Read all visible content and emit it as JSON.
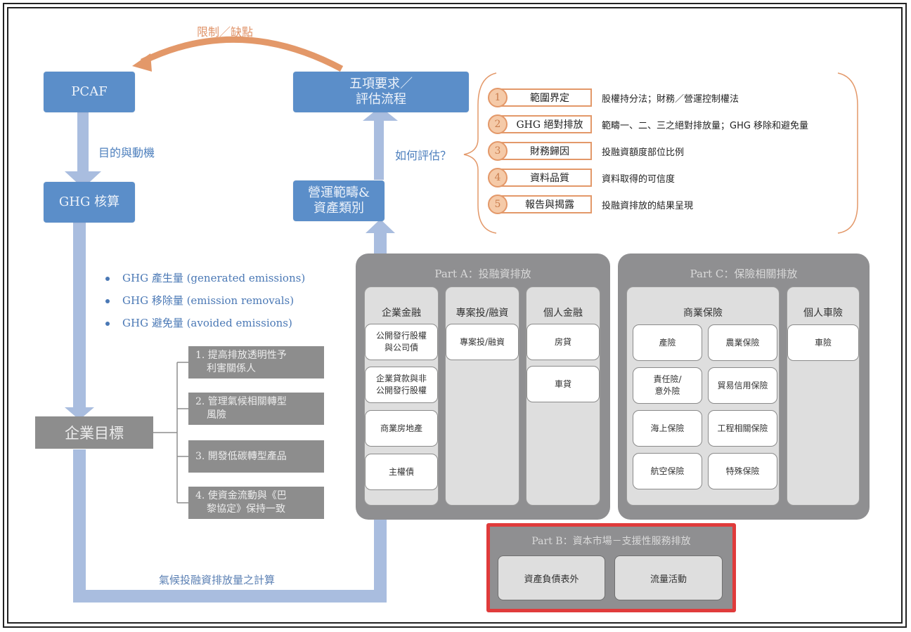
{
  "diagram": {
    "top_arc_label": "限制／缺點",
    "boxes": {
      "pcaf": "PCAF",
      "ghg_accounting": "GHG 核算",
      "five_requirements_line1": "五項要求／",
      "five_requirements_line2": "評估流程",
      "scope_assets_line1": "營運範疇&",
      "scope_assets_line2": "資產類別"
    },
    "arrow_labels": {
      "purpose": "目的與動機",
      "how_to_assess": "如何評估？",
      "calculation": "氣候投融資排放量之計算"
    },
    "steps": [
      {
        "num": "1",
        "title": "範圍界定",
        "desc": "股權持分法；財務／營運控制權法"
      },
      {
        "num": "2",
        "title": "GHG 絕對排放",
        "desc": "範疇一、二、三之絕對排放量；GHG 移除和避免量"
      },
      {
        "num": "3",
        "title": "財務歸因",
        "desc": "投融資額度部位比例"
      },
      {
        "num": "4",
        "title": "資料品質",
        "desc": "資料取得的可信度"
      },
      {
        "num": "5",
        "title": "報告與揭露",
        "desc": "投融資排放的結果呈現"
      }
    ],
    "ghg_bullets": [
      "GHG 產生量  (generated emissions)",
      "GHG 移除量  (emission removals)",
      "GHG 避免量  (avoided emissions)"
    ],
    "corporate_goals": {
      "title": "企業目標",
      "items": [
        {
          "line1": "1. 提高排放透明性予",
          "line2": "利害關係人"
        },
        {
          "line1": "2. 管理氣候相關轉型",
          "line2": "風險"
        },
        {
          "line1": "3. 開發低碳轉型產品",
          "line2": ""
        },
        {
          "line1": "4. 使資金流動與《巴",
          "line2": "黎協定》保持一致"
        }
      ]
    },
    "part_a": {
      "title": "Part A：投融資排放",
      "columns": [
        {
          "title": "企業金融",
          "cells": [
            "公開發行股權\n與公司債",
            "企業貸款與非\n公開發行股權",
            "商業房地產",
            "主權債"
          ]
        },
        {
          "title": "專案投/融資",
          "cells": [
            "專案投/融資"
          ]
        },
        {
          "title": "個人金融",
          "cells": [
            "房貸",
            "車貸"
          ]
        }
      ]
    },
    "part_c": {
      "title": "Part C：保險相關排放",
      "commercial": {
        "title": "商業保險",
        "cells": [
          "產險",
          "農業保險",
          "責任險/\n意外險",
          "貿易信用保險",
          "海上保險",
          "工程相關保險",
          "航空保險",
          "特殊保險"
        ]
      },
      "personal": {
        "title": "個人車險",
        "cells": [
          "車險"
        ]
      }
    },
    "part_b": {
      "title": "Part B：資本市場－支援性服務排放",
      "cells": [
        "資產負債表外",
        "流量活動"
      ]
    },
    "colors": {
      "blue_box": "#5b8ec9",
      "arrow_blue": "#a9bddf",
      "orange": "#e39869",
      "gray_box": "#8d8d8d",
      "highlight_red": "#e03b3b"
    }
  }
}
